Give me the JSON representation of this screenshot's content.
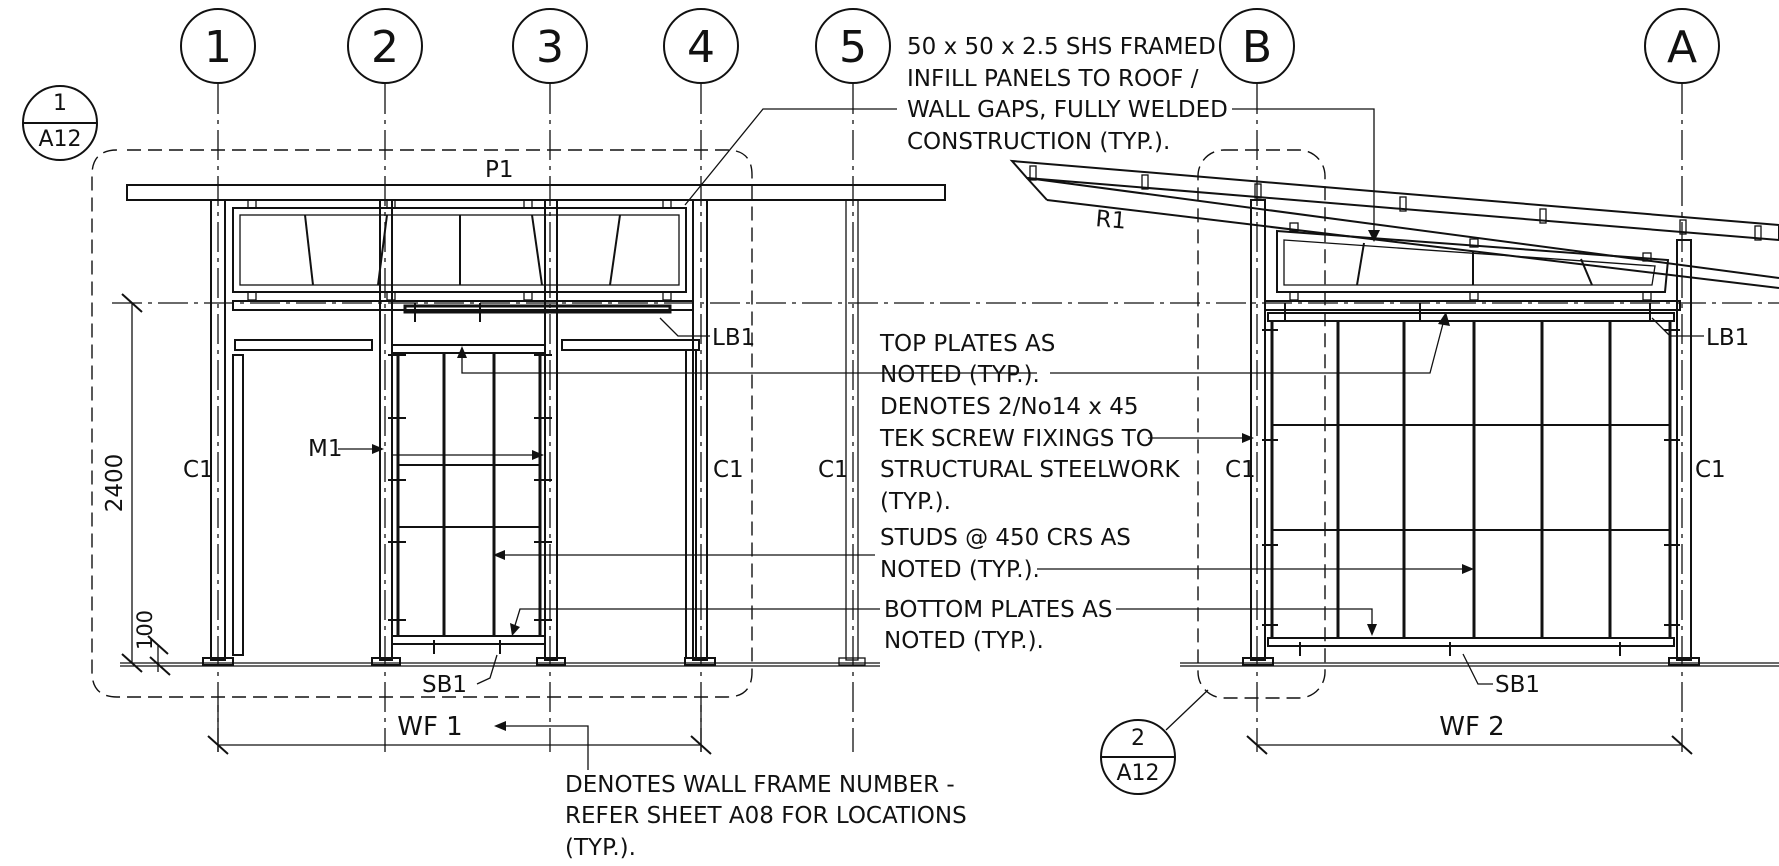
{
  "grid_labels": {
    "g1": "1",
    "g2": "2",
    "g3": "3",
    "g4": "4",
    "g5": "5",
    "gB": "B",
    "gA": "A"
  },
  "section_markers": {
    "s1_num": "1",
    "s1_sheet": "A12",
    "s2_num": "2",
    "s2_sheet": "A12"
  },
  "member_labels": {
    "p1": "P1",
    "r1": "R1",
    "c1_a": "C1",
    "c1_b": "C1",
    "c1_c": "C1",
    "c1_d": "C1",
    "c1_e": "C1",
    "lb1_a": "LB1",
    "lb1_b": "LB1",
    "m1": "M1",
    "sb1_a": "SB1",
    "sb1_b": "SB1"
  },
  "dimensions": {
    "height": "2400",
    "base": "100"
  },
  "wall_frames": {
    "wf1": "WF 1",
    "wf2": "WF 2"
  },
  "notes": {
    "shs": [
      "50 x 50 x 2.5 SHS FRAMED",
      "INFILL PANELS TO ROOF /",
      "WALL GAPS, FULLY WELDED",
      "CONSTRUCTION (TYP.)."
    ],
    "top_plates": [
      "TOP PLATES AS",
      "NOTED (TYP.)."
    ],
    "tek": [
      "DENOTES 2/No14 x 45",
      "TEK SCREW FIXINGS TO",
      "STRUCTURAL STEELWORK",
      "(TYP.)."
    ],
    "studs": [
      "STUDS @ 450 CRS AS",
      "NOTED (TYP.)."
    ],
    "bottom_plates": [
      "BOTTOM PLATES AS",
      "NOTED (TYP.)."
    ],
    "wall_frame": [
      "DENOTES WALL FRAME NUMBER -",
      "REFER SHEET A08 FOR LOCATIONS",
      "(TYP.)."
    ]
  }
}
